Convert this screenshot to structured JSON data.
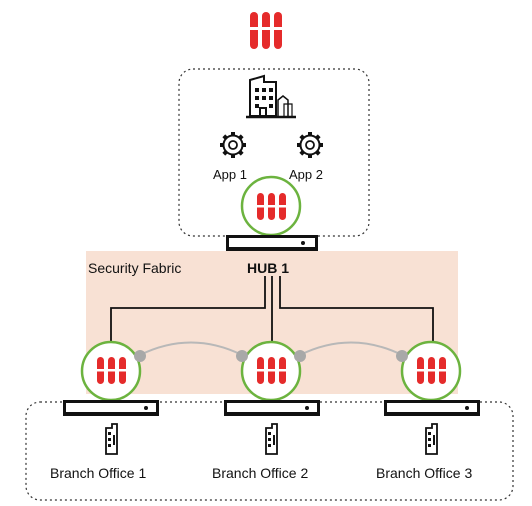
{
  "brand": {
    "accent": "#e52b2b",
    "ring_color": "#6cb33f",
    "fabric_color": "#f8e1d4",
    "link_color": "#b8b8b8",
    "icon_name": "fortinet-logo-icon"
  },
  "hq": {
    "building_icon": "office-building-icon",
    "apps": [
      {
        "label": "App 1",
        "icon": "gear-icon"
      },
      {
        "label": "App 2",
        "icon": "gear-icon"
      }
    ],
    "firewall_icon": "fortinet-logo-icon"
  },
  "fabric": {
    "label": "Security Fabric"
  },
  "hub": {
    "label": "HUB 1",
    "device_icon": "appliance-icon"
  },
  "branches": [
    {
      "label": "Branch Office 1",
      "icon": "phone-icon"
    },
    {
      "label": "Branch Office 2",
      "icon": "phone-icon"
    },
    {
      "label": "Branch Office 3",
      "icon": "phone-icon"
    }
  ]
}
